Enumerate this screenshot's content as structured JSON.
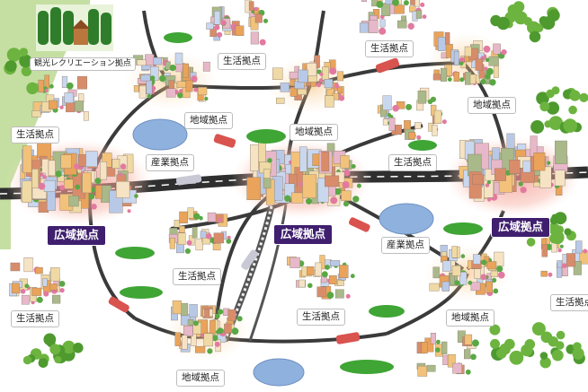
{
  "labels": {
    "kanko": "観光レクリエーション拠点",
    "seikatsu": "生活拠点",
    "chiiki": "地域拠点",
    "sangyo": "産業拠点",
    "koiki": "広域拠点"
  },
  "colors": {
    "road": "#2f2f2f",
    "road_line": "#ffffff",
    "broad_label_bg": "#3f1f6e",
    "grass": "#3fa535",
    "industry": "#8fb1de",
    "glow": "#f28a8a",
    "left_panel": "#c5dfa2",
    "tree": "#4e9a2f",
    "train": "#d9534f"
  }
}
